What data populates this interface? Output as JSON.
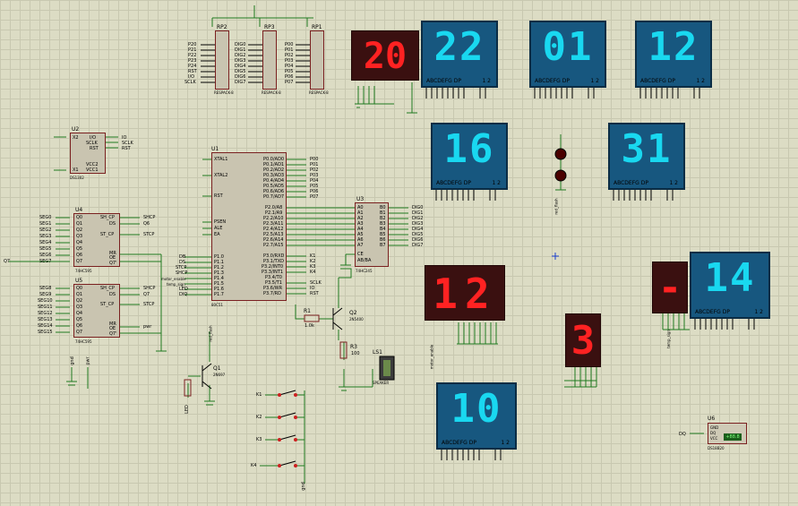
{
  "chips": {
    "rp2": {
      "ref": "RP2",
      "part": "RESPACK-8",
      "pins": [
        "P20",
        "P21",
        "P22",
        "P23",
        "P24",
        "RST",
        "I/O",
        "SCLK"
      ]
    },
    "rp3": {
      "ref": "RP3",
      "part": "RESPACK-8",
      "pins": [
        "DIG0",
        "DIG1",
        "DIG2",
        "DIG3",
        "DIG4",
        "DIG5",
        "DIG6",
        "DIG7"
      ]
    },
    "rp1": {
      "ref": "RP1",
      "part": "RESPACK-8",
      "pins": [
        "P00",
        "P01",
        "P02",
        "P03",
        "P04",
        "P05",
        "P06",
        "P07"
      ]
    },
    "u2": {
      "ref": "U2",
      "part": "DS1302",
      "left": [
        "X2",
        "X1"
      ],
      "right": [
        "I/O",
        "SCLK",
        "RST",
        "VCC2",
        "VCC1"
      ],
      "nets": [
        "IO",
        "SCLK",
        "RST"
      ]
    },
    "u4": {
      "ref": "U4",
      "part": "74HC595",
      "left": [
        "SEG0",
        "SEG1",
        "SEG2",
        "SEG3",
        "SEG4",
        "SEG5",
        "SEG6",
        "SEG7"
      ],
      "outs": [
        "Q0",
        "Q1",
        "Q2",
        "Q3",
        "Q4",
        "Q5",
        "Q6",
        "Q7"
      ],
      "right": [
        "SH_CP",
        "DS",
        "ST_CP",
        "MR",
        "OE",
        "Q7'"
      ],
      "nets": [
        "SHCP",
        "Q6",
        "STCP"
      ]
    },
    "u5": {
      "ref": "U5",
      "part": "74HC595",
      "left": [
        "SEG8",
        "SEG9",
        "SEG10",
        "SEG11",
        "SEG12",
        "SEG13",
        "SEG14",
        "SEG15"
      ],
      "outs": [
        "Q0",
        "Q1",
        "Q2",
        "Q3",
        "Q4",
        "Q5",
        "Q6",
        "Q7"
      ],
      "right": [
        "SH_CP",
        "DS",
        "ST_CP",
        "MR",
        "OE",
        "Q7'"
      ],
      "nets": [
        "SHCP",
        "Q7",
        "STCP",
        "pwr"
      ]
    },
    "u1": {
      "ref": "U1",
      "part": "80C51",
      "left_top": [
        "XTAL1",
        "XTAL2",
        "RST"
      ],
      "left_mid": [
        "PSEN",
        "ALE",
        "EA"
      ],
      "left_bot": [
        "P1.0",
        "P1.1",
        "P1.2",
        "P1.3",
        "P1.4",
        "P1.5",
        "P1.6",
        "P1.7"
      ],
      "left_nets": [
        "DB",
        "DS",
        "STCP",
        "SHCP",
        "motor_enable",
        "temp_sign",
        "LED",
        "DIQ"
      ],
      "right_p0": [
        "P0.0/AD0",
        "P0.1/AD1",
        "P0.2/AD2",
        "P0.3/AD3",
        "P0.4/AD4",
        "P0.5/AD5",
        "P0.6/AD6",
        "P0.7/AD7"
      ],
      "p0_nets": [
        "P00",
        "P01",
        "P02",
        "P03",
        "P04",
        "P05",
        "P06",
        "P07"
      ],
      "right_p2": [
        "P2.0/A8",
        "P2.1/A9",
        "P2.2/A10",
        "P2.3/A11",
        "P2.4/A12",
        "P2.5/A13",
        "P2.6/A14",
        "P2.7/A15"
      ],
      "right_p3": [
        "P3.0/RXD",
        "P3.1/TXD",
        "P3.2/INT0",
        "P3.3/INT1",
        "P3.4/T0",
        "P3.5/T1",
        "P3.6/WR",
        "P3.7/RD"
      ],
      "p3_nets": [
        "K1",
        "K2",
        "K3",
        "K4",
        "SCLK",
        "IO",
        "RST"
      ]
    },
    "u3": {
      "ref": "U3",
      "part": "74HC245",
      "left": [
        "A0",
        "A1",
        "A2",
        "A3",
        "A4",
        "A5",
        "A6",
        "A7"
      ],
      "right": [
        "B0",
        "B1",
        "B2",
        "B3",
        "B4",
        "B5",
        "B6",
        "B7"
      ],
      "nets": [
        "DIG0",
        "DIG1",
        "DIG2",
        "DIG3",
        "DIG4",
        "DIG5",
        "DIG6",
        "DIG7"
      ],
      "ctrl": [
        "CE",
        "AB/BA"
      ]
    },
    "u6": {
      "ref": "U6",
      "part": "DS18B20",
      "pins": [
        "GND",
        "DQ",
        "VCC"
      ],
      "net": "DQ",
      "reading": "+88.8"
    }
  },
  "nets": {
    "q7_left": "Q7",
    "gnd1": "gnd",
    "pwr1": "pwr",
    "red_flash": "red_flash",
    "led1": "LED",
    "gnd2": "gnd",
    "speaker": "SPEAKER",
    "motor": "motor_enable",
    "temp": "temp_sign"
  },
  "parts": {
    "r1": {
      "ref": "R1",
      "val": "1.0k"
    },
    "r3": {
      "ref": "R3",
      "val": "100"
    },
    "q2": {
      "ref": "Q2",
      "val": "2N5400"
    },
    "q1": {
      "ref": "Q1",
      "val": "2N697"
    },
    "ls1": {
      "ref": "LS1"
    }
  },
  "keys": [
    "K1",
    "K2",
    "K3",
    "K4"
  ],
  "displays": {
    "red_top": {
      "value": "20"
    },
    "blue1": {
      "value": "22",
      "pins": "ABCDEFG DP",
      "com": "1 2"
    },
    "blue2": {
      "value": "01",
      "pins": "ABCDEFG DP",
      "com": "1 2"
    },
    "blue3": {
      "value": "12",
      "pins": "ABCDEFG DP",
      "com": "1 2"
    },
    "blue4": {
      "value": "16",
      "pins": "ABCDEFG DP",
      "com": "1 2"
    },
    "blue5": {
      "value": "31",
      "pins": "ABCDEFG DP",
      "com": "1 2"
    },
    "blue6": {
      "value": "14",
      "pins": "ABCDEFG DP",
      "com": "1 2"
    },
    "blue7": {
      "value": "10",
      "pins": "ABCDEFG DP",
      "com": "1 2"
    },
    "red_mid": {
      "value": "12"
    },
    "red_single": {
      "value": "3"
    },
    "red_minus": {
      "value": "-"
    }
  },
  "colors": {
    "blue_face": "#17577f",
    "digit_cyan": "#19d8f0",
    "red_digit": "#ff2222",
    "wire_green": "#1f7a1f",
    "chip_border": "#7a2020"
  }
}
